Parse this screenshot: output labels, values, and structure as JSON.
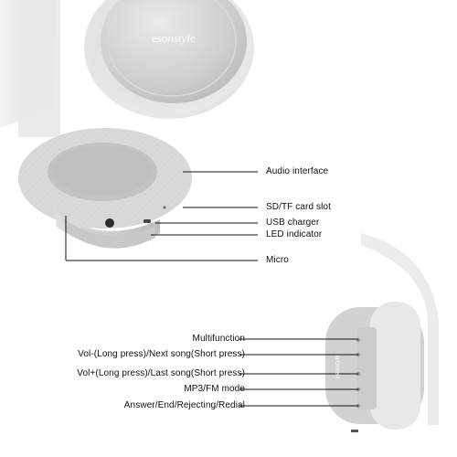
{
  "product": {
    "brand_logo_text": "esonstyle",
    "brand_logo_text_small": "esonstyle"
  },
  "callouts_upper": [
    {
      "label": "Audio interface"
    },
    {
      "label": "SD/TF card slot"
    },
    {
      "label": "USB charger"
    },
    {
      "label": "LED indicator"
    },
    {
      "label": "Micro"
    }
  ],
  "callouts_lower": [
    {
      "label": "Multifunction"
    },
    {
      "label": "Vol-(Long press)/Next song(Short press)"
    },
    {
      "label": "Vol+(Long press)/Last song(Short press)"
    },
    {
      "label": "MP3/FM mode"
    },
    {
      "label": "Answer/End/Rejecting/Redial"
    }
  ],
  "colors": {
    "background": "#ffffff",
    "silver_shell": "#c9c9c9",
    "silver_dark": "#a8a8a8",
    "silver_light": "#e7e7e7",
    "cushion": "#d8d8d8",
    "text": "#111111"
  }
}
